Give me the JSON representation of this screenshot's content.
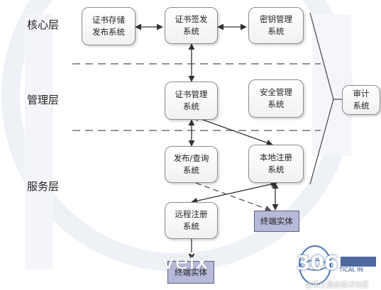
{
  "layers": {
    "core": "核心层",
    "management": "管理层",
    "service": "服务层"
  },
  "nodes": {
    "cert_storage": [
      "证书存储",
      "发布系统"
    ],
    "cert_issue": [
      "证书签发",
      "系统"
    ],
    "key_mgmt": [
      "密钥管理",
      "系统"
    ],
    "cert_mgmt": [
      "证书管理",
      "系统"
    ],
    "security_mgmt": [
      "安全管理",
      "系统"
    ],
    "audit": [
      "审计",
      "系统"
    ],
    "publish_query": [
      "发布/查询",
      "系统"
    ],
    "local_reg": [
      "本地注册",
      "系统"
    ],
    "remote_reg": [
      "远程注册",
      "系统"
    ]
  },
  "entities": {
    "terminal": "终端实体",
    "terminal2": "终端实体"
  },
  "watermarks": {
    "left": "veix",
    "logo": "306",
    "logo_sub": "TICAL IN",
    "site": "@稀土掘金技术社区"
  },
  "colors": {
    "entity_fill": "#b6b9d7",
    "line": "#333333",
    "dash": "#707070"
  }
}
